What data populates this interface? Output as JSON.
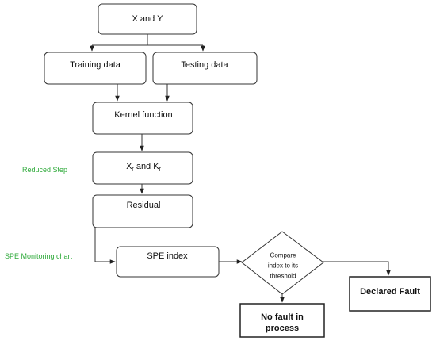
{
  "colors": {
    "stroke": "#333333",
    "text": "#111111",
    "note": "#2eaa3a"
  },
  "nodes": {
    "xy": "X and Y",
    "training": "Training data",
    "testing": "Testing data",
    "kernel": "Kernel function",
    "reduced": {
      "x": "X",
      "x_sub": "r",
      "and": " and K",
      "k_sub": "r"
    },
    "residual": "Residual",
    "spe": "SPE index",
    "compare": [
      "Compare",
      "index to its",
      "threshold"
    ],
    "declared": "Declared Fault",
    "no_fault": [
      "No fault in",
      "process"
    ]
  },
  "notes": {
    "reduced_step": "Reduced Step",
    "spe_chart": "SPE Monitoring chart"
  }
}
